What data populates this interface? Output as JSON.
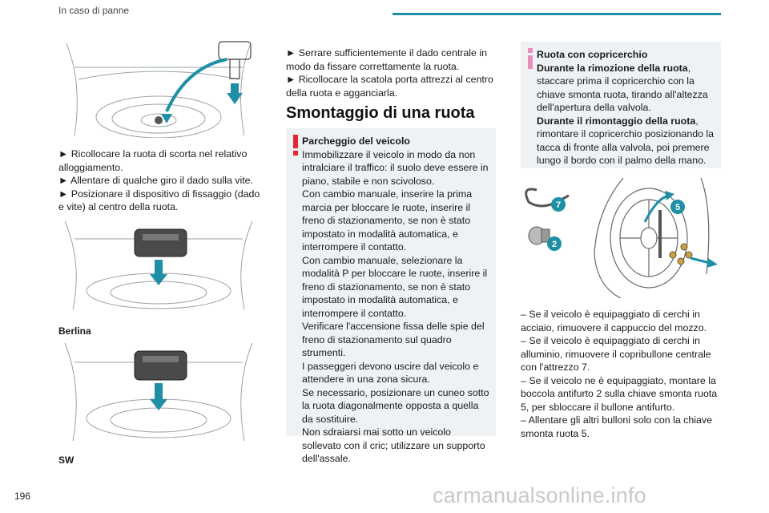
{
  "header": {
    "section": "In caso di panne"
  },
  "page_number": "196",
  "watermark": "carmanualsonline.info",
  "left_column": {
    "bullets": [
      "► Ricollocare la ruota di scorta nel relativo alloggiamento.",
      "► Allentare di qualche giro il dado sulla vite.",
      "► Posizionare il dispositivo di fissaggio (dado e vite) al centro della ruota."
    ],
    "label_berlina": "Berlina",
    "label_sw": "SW"
  },
  "middle_column": {
    "bullets": [
      "► Serrare sufficientemente il dado centrale in modo da fissare correttamente la ruota.",
      "► Ricollocare la scatola porta attrezzi al centro della ruota e agganciarla."
    ],
    "heading": "Smontaggio di una ruota",
    "warning": {
      "icon": "warning-exclamation-icon",
      "title": "Parcheggio del veicolo",
      "lines": [
        "Immobilizzare il veicolo in modo da non intralciare il traffico: il suolo deve essere in piano, stabile e non scivoloso.",
        "Con cambio manuale, inserire la prima marcia per bloccare le ruote, inserire il freno di stazionamento, se non è stato impostato in modalità automatica, e interrompere il contatto.",
        "Con cambio manuale, selezionare la modalità P per bloccare le ruote, inserire il freno di stazionamento, se non è stato impostato in modalità automatica, e interrompere il contatto.",
        "Verificare l'accensione fissa delle spie del freno di stazionamento sul quadro strumenti.",
        "I passeggeri devono uscire dal veicolo e attendere in una zona sicura.",
        "Se necessario, posizionare un cuneo sotto la ruota diagonalmente opposta a quella da sostituire.",
        "Non sdraiarsi mai sotto un veicolo sollevato con il cric; utilizzare un supporto dell'assale."
      ]
    }
  },
  "right_column": {
    "info": {
      "icon": "info-icon",
      "title": "Ruota con copricerchio",
      "sub1": "Durante la rimozione della ruota",
      "text1": ", staccare prima il copricerchio con la chiave smonta ruota, tirando all'altezza dell'apertura della valvola.",
      "sub2": "Durante il rimontaggio della ruota",
      "text2": ", rimontare il copricerchio posizionando la tacca di fronte alla valvola, poi premere lungo il bordo con il palmo della mano."
    },
    "callouts": {
      "c7": "7",
      "c5": "5",
      "c2": "2"
    },
    "steps": [
      "– Se il veicolo è equipaggiato di cerchi in acciaio, rimuovere il cappuccio del mozzo.",
      "– Se il veicolo è equipaggiato di cerchi in alluminio, rimuovere il copribullone centrale con l'attrezzo 7.",
      "– Se il veicolo ne è equipaggiato, montare la boccola antifurto 2 sulla chiave smonta ruota 5, per sbloccare il bullone antifurto.",
      "– Allentare gli altri bulloni solo con la chiave smonta ruota 5."
    ]
  },
  "colors": {
    "accent": "#1f8fa6",
    "warning": "#e3262f",
    "info": "#e98fc0",
    "box": "#eef2f5"
  }
}
